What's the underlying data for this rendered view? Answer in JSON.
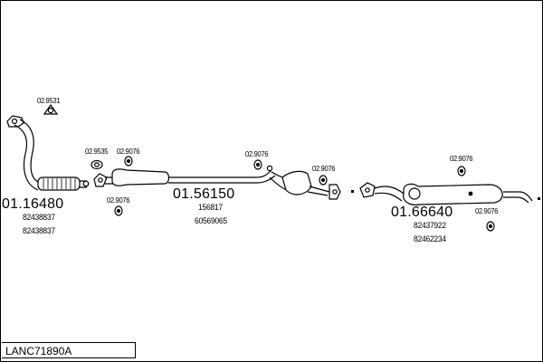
{
  "parts": [
    {
      "number": "01.16480",
      "oem": [
        "82438837",
        "82438837"
      ]
    },
    {
      "number": "01.56150",
      "oem": [
        "156817",
        "60569065"
      ]
    },
    {
      "number": "01.66640",
      "oem": [
        "82437922",
        "82462234"
      ]
    }
  ],
  "clamps": {
    "gasket_top": "02.9531",
    "gasket_mid": "02.9535",
    "clamp": "02.9076"
  },
  "kit_code": "LANC71890A"
}
